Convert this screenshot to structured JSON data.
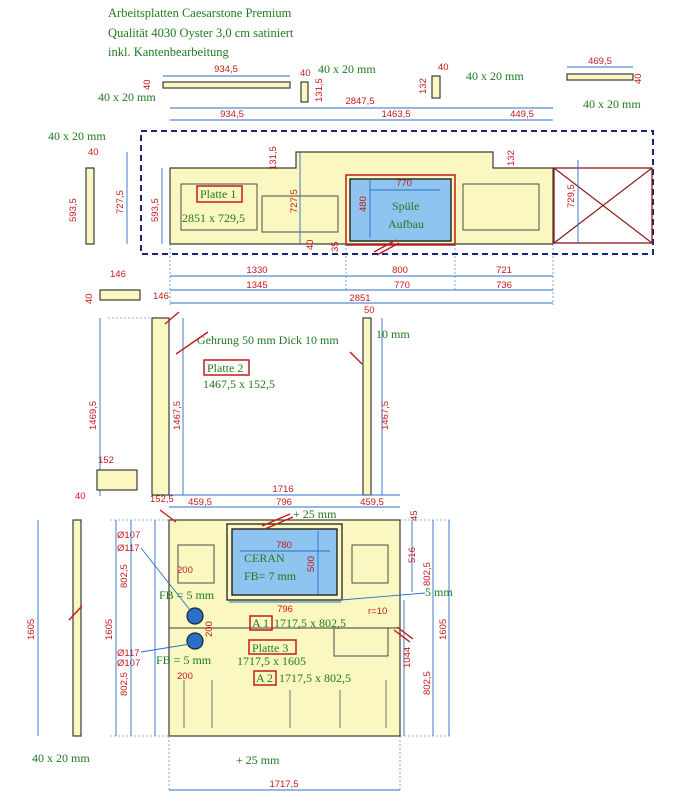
{
  "header": {
    "line1": "Arbeitsplatten Caesarstone Premium",
    "line2": "Qualität 4030 Oyster 3,0 cm satiniert",
    "line3": "inkl. Kantenbearbeitung"
  },
  "labels": {
    "edge_40x20": "40 x 20 mm",
    "mitre": "Gehrung 50 mm Dick 10 mm",
    "mm10": "10 mm",
    "plus25": "+ 25 mm",
    "fb5": "FB = 5 mm",
    "fb7": "FB= 7 mm",
    "r10": "r=10",
    "m5": "5 mm",
    "spuele": "Spüle",
    "aufbau": "Aufbau",
    "ceran": "CERAN"
  },
  "panels": {
    "p1": {
      "name": "Platte 1",
      "size": "2851 x 729,5"
    },
    "p2": {
      "name": "Platte 2",
      "size": "1467,5 x 152,5"
    },
    "p3": {
      "name": "Platte 3",
      "size": "1717,5 x 1605"
    },
    "a1": {
      "name": "A 1",
      "size": "1717,5 x 802,5"
    },
    "a2": {
      "name": "A 2",
      "size": "1717,5 x 802,5"
    }
  },
  "dims": {
    "d934_5": "934,5",
    "d40": "40",
    "d131_5": "131,5",
    "d132": "132",
    "d469_5": "469,5",
    "d2847_5": "2847,5",
    "d1463_5": "1463,5",
    "d449_5": "449,5",
    "d593_5": "593,5",
    "d727_5": "727,5",
    "d729_5": "729,5",
    "d770": "770",
    "d480": "480",
    "d35": "35",
    "d1330": "1330",
    "d800": "800",
    "d721": "721",
    "d1345": "1345",
    "d736": "736",
    "d2851": "2851",
    "d146": "146",
    "d50": "50",
    "d1469_5": "1469,5",
    "d1467_5": "1467,5",
    "d152": "152",
    "d152_5": "152,5",
    "d459_5": "459,5",
    "d1716": "1716",
    "d796": "796",
    "d45": "45",
    "d780": "780",
    "d500": "500",
    "d516": "516",
    "d802_5": "802,5",
    "d1605": "1605",
    "d107": "Ø107",
    "d117": "Ø117",
    "d200": "200",
    "d1044": "1044",
    "d1717_5": "1717,5"
  }
}
